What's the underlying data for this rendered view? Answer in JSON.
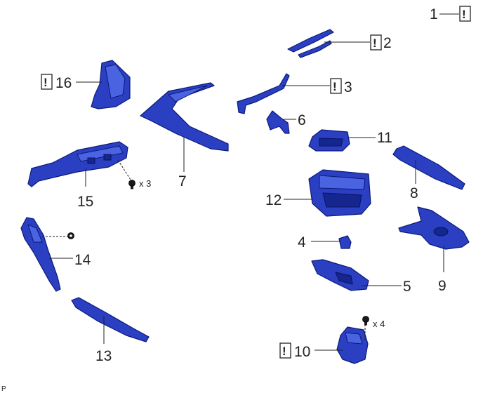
{
  "diagram": {
    "warning_symbol": "!",
    "multiplier_screws": "x 3",
    "multiplier_bolts": "x 4",
    "footer_code": "P",
    "colors": {
      "part": "#2a3fc2",
      "outline": "#0d1a7a",
      "text": "#222222"
    },
    "callouts": {
      "c1": "1",
      "c2": "2",
      "c3": "3",
      "c4": "4",
      "c5": "5",
      "c6": "6",
      "c7": "7",
      "c8": "8",
      "c9": "9",
      "c10": "10",
      "c11": "11",
      "c12": "12",
      "c13": "13",
      "c14": "14",
      "c15": "15",
      "c16": "16"
    }
  }
}
